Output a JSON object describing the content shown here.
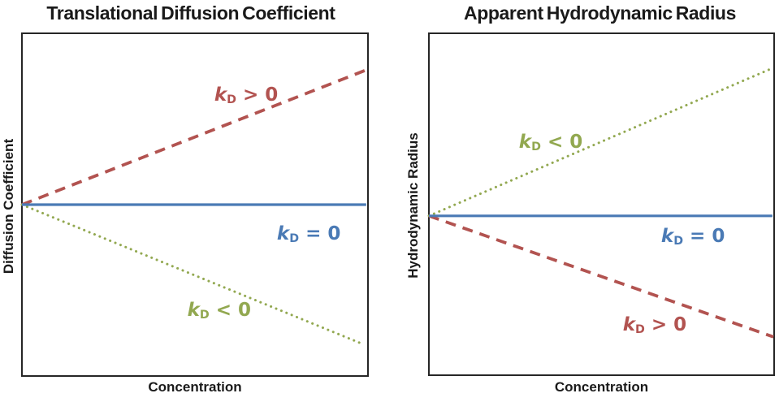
{
  "colors": {
    "red": "#B25350",
    "blue": "#4A7AB5",
    "green": "#92A850",
    "title_text": "#1A1A1A",
    "border": "#262626",
    "background": "#FFFFFF"
  },
  "chart_data": [
    {
      "type": "line",
      "title": "Translational Diffusion Coefficient",
      "xlabel": "Concentration",
      "ylabel": "Diffusion Coefficient",
      "xlim": [
        0,
        1
      ],
      "ylim": [
        0,
        1
      ],
      "grid": false,
      "axis_ticks": "none",
      "legend": "inline-labels",
      "description": "Schematic: diffusion coefficient vs concentration for positive, zero and negative kD",
      "series": [
        {
          "id": "kd-positive",
          "name": "kD > 0",
          "style": "dashed",
          "color_key": "red",
          "x": [
            0,
            0.995
          ],
          "y": [
            0.5,
            0.893
          ],
          "label": {
            "var": "k",
            "sub": "D",
            "rest": " > 0",
            "x": 0.648,
            "y": 0.82
          }
        },
        {
          "id": "kd-negative",
          "name": "kD < 0",
          "style": "dotted",
          "color_key": "green",
          "x": [
            0,
            0.988
          ],
          "y": [
            0.5,
            0.092
          ],
          "label": {
            "var": "k",
            "sub": "D",
            "rest": " < 0",
            "x": 0.57,
            "y": 0.192
          }
        },
        {
          "id": "kd-zero",
          "name": "kD = 0",
          "style": "solid",
          "color_key": "blue",
          "x": [
            0,
            0.995
          ],
          "y": [
            0.5,
            0.5
          ],
          "label": {
            "var": "k",
            "sub": "D",
            "rest": " = 0",
            "x": 0.829,
            "y": 0.415
          }
        }
      ]
    },
    {
      "type": "line",
      "title": "Apparent Hydrodynamic Radius",
      "xlabel": "Concentration",
      "ylabel": "Hydrodynamic Radius",
      "xlim": [
        0,
        1
      ],
      "ylim": [
        0,
        1
      ],
      "grid": false,
      "axis_ticks": "none",
      "legend": "inline-labels",
      "description": "Schematic: apparent hydrodynamic radius vs concentration for negative, positive and zero kD",
      "series": [
        {
          "id": "kd-negative",
          "name": "kD < 0",
          "style": "dotted",
          "color_key": "green",
          "x": [
            0,
            0.995
          ],
          "y": [
            0.466,
            0.898
          ],
          "label": {
            "var": "k",
            "sub": "D",
            "rest": " < 0",
            "x": 0.353,
            "y": 0.682
          }
        },
        {
          "id": "kd-positive",
          "name": "kD > 0",
          "style": "dashed",
          "color_key": "red",
          "x": [
            0,
            0.998
          ],
          "y": [
            0.466,
            0.112
          ],
          "label": {
            "var": "k",
            "sub": "D",
            "rest": " > 0",
            "x": 0.654,
            "y": 0.147
          }
        },
        {
          "id": "kd-zero",
          "name": "kD = 0",
          "style": "solid",
          "color_key": "blue",
          "x": [
            0,
            0.995
          ],
          "y": [
            0.466,
            0.466
          ],
          "label": {
            "var": "k",
            "sub": "D",
            "rest": " = 0",
            "x": 0.765,
            "y": 0.406
          }
        }
      ]
    }
  ]
}
